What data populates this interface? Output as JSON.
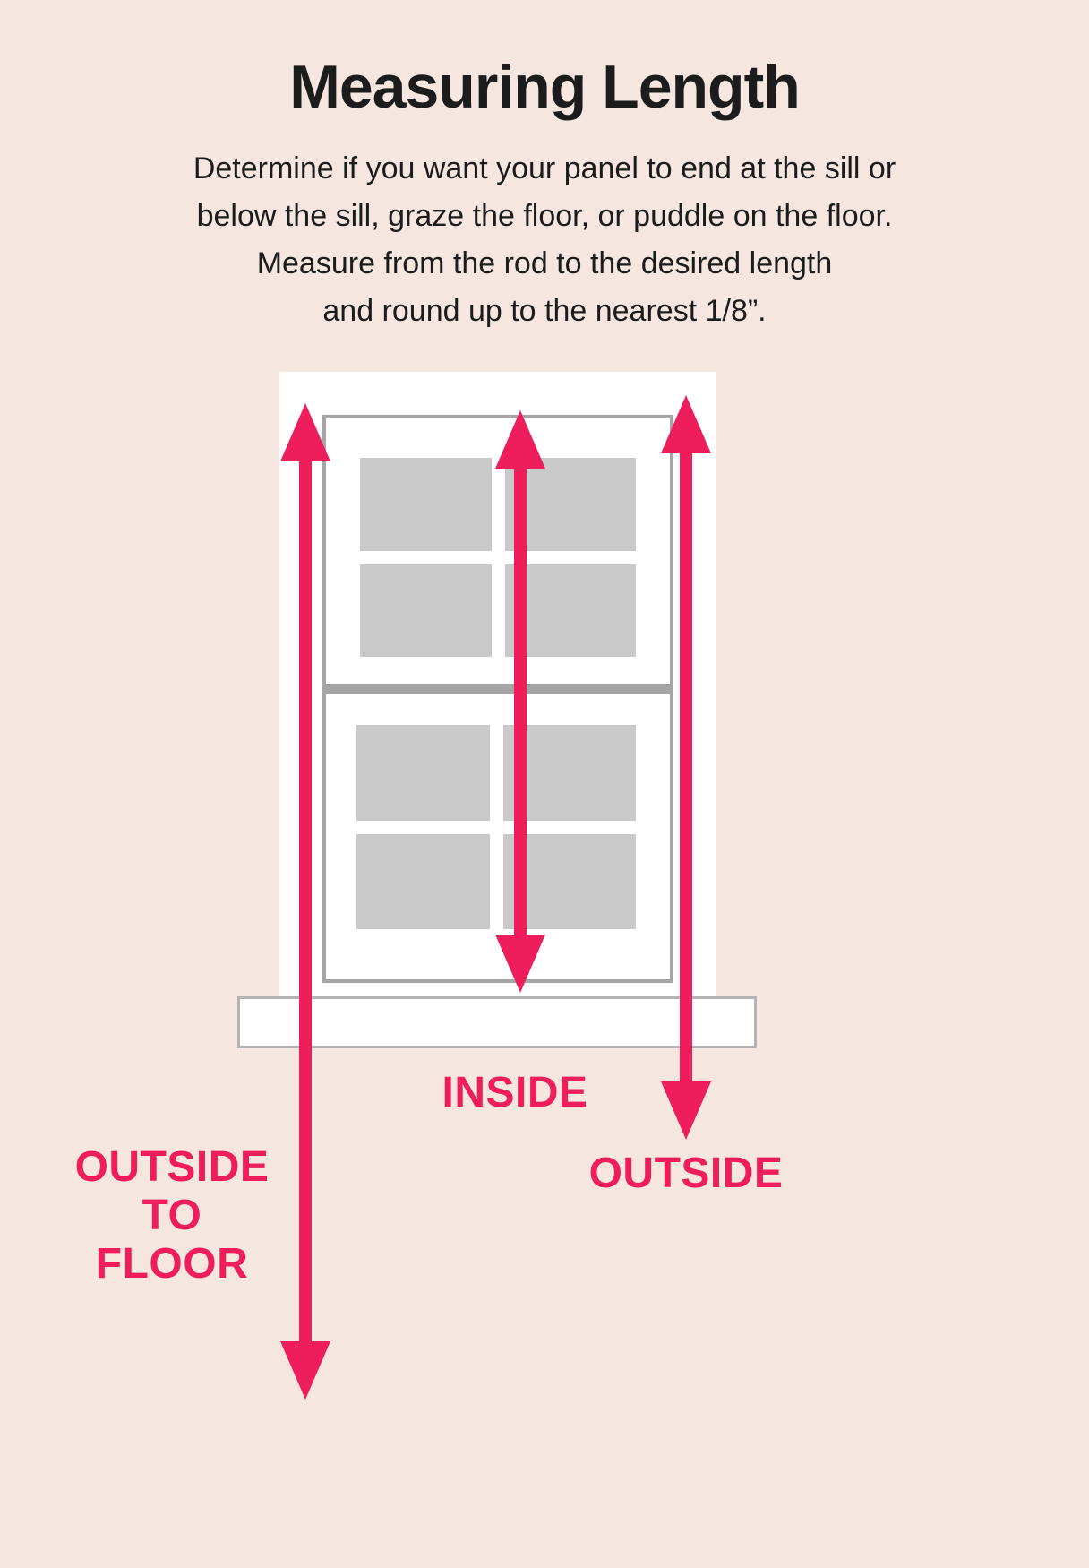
{
  "title": "Measuring Length",
  "description_lines": [
    "Determine if you want your panel to end at the sill or",
    "below the sill, graze the floor, or puddle on the floor.",
    "Measure from the rod to the desired length",
    "and round up to the nearest 1/8”."
  ],
  "labels": {
    "inside": "INSIDE",
    "outside": "OUTSIDE",
    "outside_to_floor": [
      "OUTSIDE",
      "TO FLOOR"
    ]
  },
  "colors": {
    "background": "#f5e7e0",
    "accent": "#ee1d5b",
    "window_white": "#ffffff",
    "pane_gray": "#c9c9c9",
    "frame_border_gray": "#a5a5a5",
    "text": "#1c1c1c"
  }
}
